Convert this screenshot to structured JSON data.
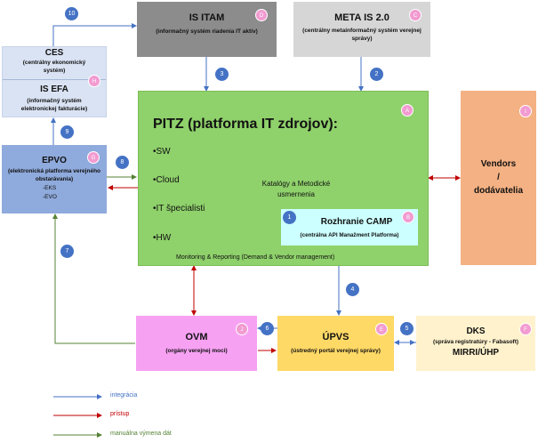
{
  "is_itam": {
    "title": "IS ITAM",
    "subtitle": "(informačný systém riadenia IT aktív)",
    "letter": "D"
  },
  "meta_is": {
    "title": "META IS 2.0",
    "subtitle": "(centrálny metainformačný systém verejnej správy)",
    "letter": "C"
  },
  "ces": {
    "title": "CES",
    "subtitle": "(centrálny ekonomický systém)"
  },
  "is_efa": {
    "title": "IS EFA",
    "subtitle": "(informačný systém elektronickej fakturácie)",
    "letter": "H"
  },
  "epvo": {
    "title": "EPVO",
    "subtitle": "(elektronická platforma verejného obstarávania)",
    "items": [
      "-EKS",
      "-EVO"
    ],
    "letter": "G"
  },
  "pitz": {
    "title": "PITZ (platforma IT zdrojov):",
    "items": [
      "•SW",
      "•Cloud",
      "•IT špecialisti",
      "•HW"
    ],
    "catalog": "Katalógy a Metodické usmernenia",
    "footer": "Monitoring & Reporting (Demand & Vendor management)",
    "letter": "A"
  },
  "camp": {
    "title": "Rozhranie CAMP",
    "subtitle": "(centrálna API Manažment Platforma)",
    "letter": "B",
    "number": "1"
  },
  "vendors": {
    "title": "Vendors / dodávatelia",
    "line1": "Vendors",
    "line2": "/",
    "line3": "dodávatelia",
    "letter": "I"
  },
  "ovm": {
    "title": "OVM",
    "subtitle": "(orgány verejnej moci)",
    "letter": "J"
  },
  "upvs": {
    "title": "ÚPVS",
    "subtitle": "(ústredný portál verejnej správy)",
    "letter": "E"
  },
  "dks": {
    "title": "DKS",
    "subtitle": "(správa registratúry - Fabasoft)",
    "line2": "MIRRI/ÚHP",
    "letter": "F"
  },
  "numbers": {
    "n10": "10",
    "n3": "3",
    "n2": "2",
    "n9": "9",
    "n8": "8",
    "n7": "7",
    "n4": "4",
    "n6": "6",
    "n5": "5"
  },
  "legend": [
    {
      "label": "integrácia",
      "color": "#4472c4"
    },
    {
      "label": "prístup",
      "color": "#c00000"
    },
    {
      "label": "manuálna výmena dát",
      "color": "#548235"
    }
  ],
  "colors": {
    "itam": "#8c8c8c",
    "meta": "#d6d6d6",
    "ces": "#dae3f3",
    "epvo": "#8faadc",
    "pitz": "#8fd16b",
    "camp": "#ccffff",
    "vendors": "#f4b183",
    "ovm": "#f7a1f3",
    "upvs": "#ffd966",
    "dks": "#fff2cc"
  }
}
